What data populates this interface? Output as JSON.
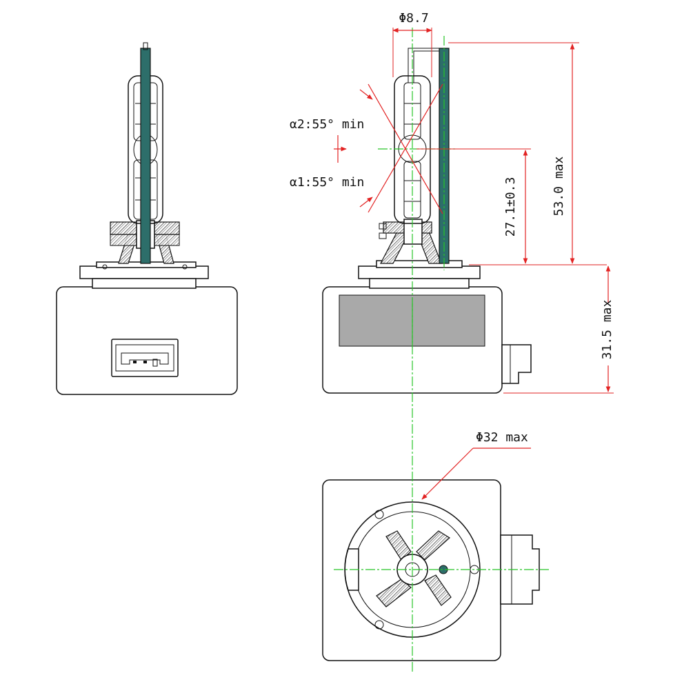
{
  "dimensions": {
    "d_tube": "Φ8.7",
    "alpha2": "α2:55° min",
    "alpha1": "α1:55° min",
    "arc_height": "27.1±0.3",
    "overall_height": "53.0 max",
    "base_height": "31.5 max",
    "d_base": "Φ32 max"
  },
  "colors": {
    "dimension": "#e22222",
    "centerline": "#27c427",
    "rod": "#2d6e6a",
    "label_panel": "#a9a9a9"
  }
}
